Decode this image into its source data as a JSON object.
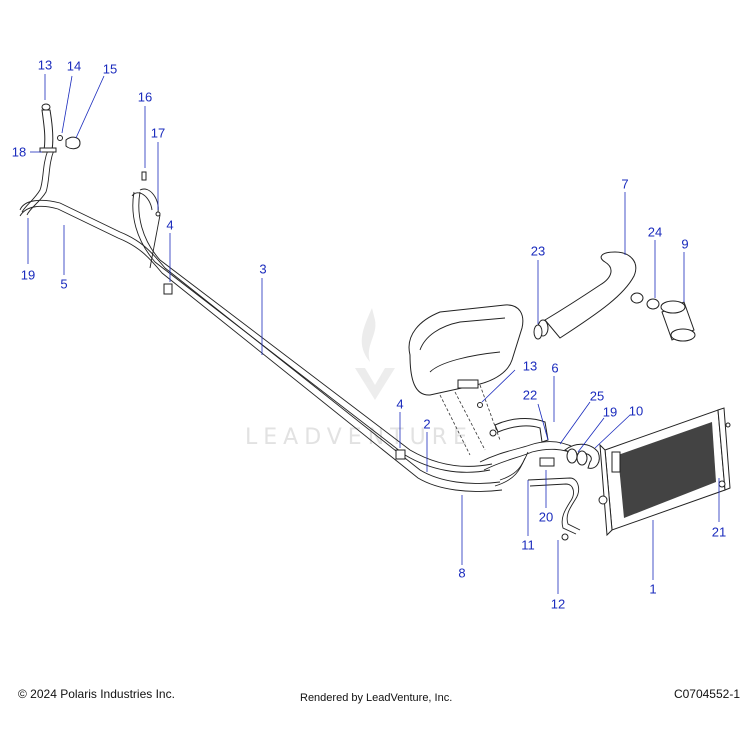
{
  "callouts": [
    {
      "label": "13"
    },
    {
      "label": "14"
    },
    {
      "label": "15"
    },
    {
      "label": "16"
    },
    {
      "label": "17"
    },
    {
      "label": "18"
    },
    {
      "label": "19"
    },
    {
      "label": "5"
    },
    {
      "label": "4"
    },
    {
      "label": "3"
    },
    {
      "label": "23"
    },
    {
      "label": "7"
    },
    {
      "label": "24"
    },
    {
      "label": "9"
    },
    {
      "label": "13"
    },
    {
      "label": "6"
    },
    {
      "label": "22"
    },
    {
      "label": "25"
    },
    {
      "label": "19"
    },
    {
      "label": "10"
    },
    {
      "label": "4"
    },
    {
      "label": "2"
    },
    {
      "label": "20"
    },
    {
      "label": "11"
    },
    {
      "label": "8"
    },
    {
      "label": "21"
    },
    {
      "label": "12"
    },
    {
      "label": "1"
    }
  ],
  "footer": {
    "copyright": "© 2024 Polaris Industries Inc.",
    "rendered": "Rendered by LeadVenture, Inc.",
    "drawing_number": "C0704552-1"
  },
  "watermark": "LEADVENTURE"
}
